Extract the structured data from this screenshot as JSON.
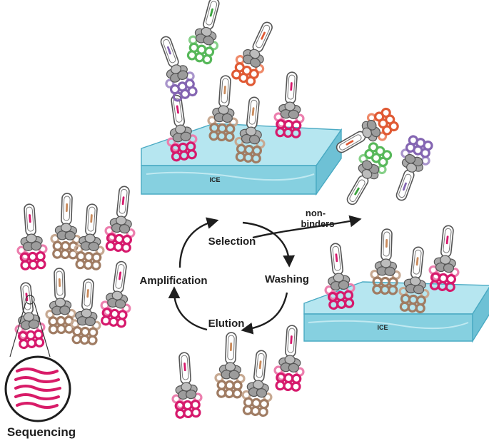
{
  "labels": {
    "selection": "Selection",
    "washing": "Washing",
    "elution": "Elution",
    "amplification": "Amplification",
    "nonbinders_line1": "non-",
    "nonbinders_line2": "binders",
    "sequencing": "Sequencing",
    "ice_top": "ICE",
    "ice_right": "ICE"
  },
  "colors": {
    "ice_top": "#9fdbe9",
    "ice_side": "#6fc3d6",
    "ring_magenta": "#d6196c",
    "ring_pink": "#ec7fae",
    "ring_brown": "#a07c63",
    "ring_green": "#57b85a",
    "ring_red": "#e05a34",
    "ring_purple": "#8465b2",
    "head_gray": "#8c8c8c",
    "sequence_waves": "#d81b68"
  }
}
